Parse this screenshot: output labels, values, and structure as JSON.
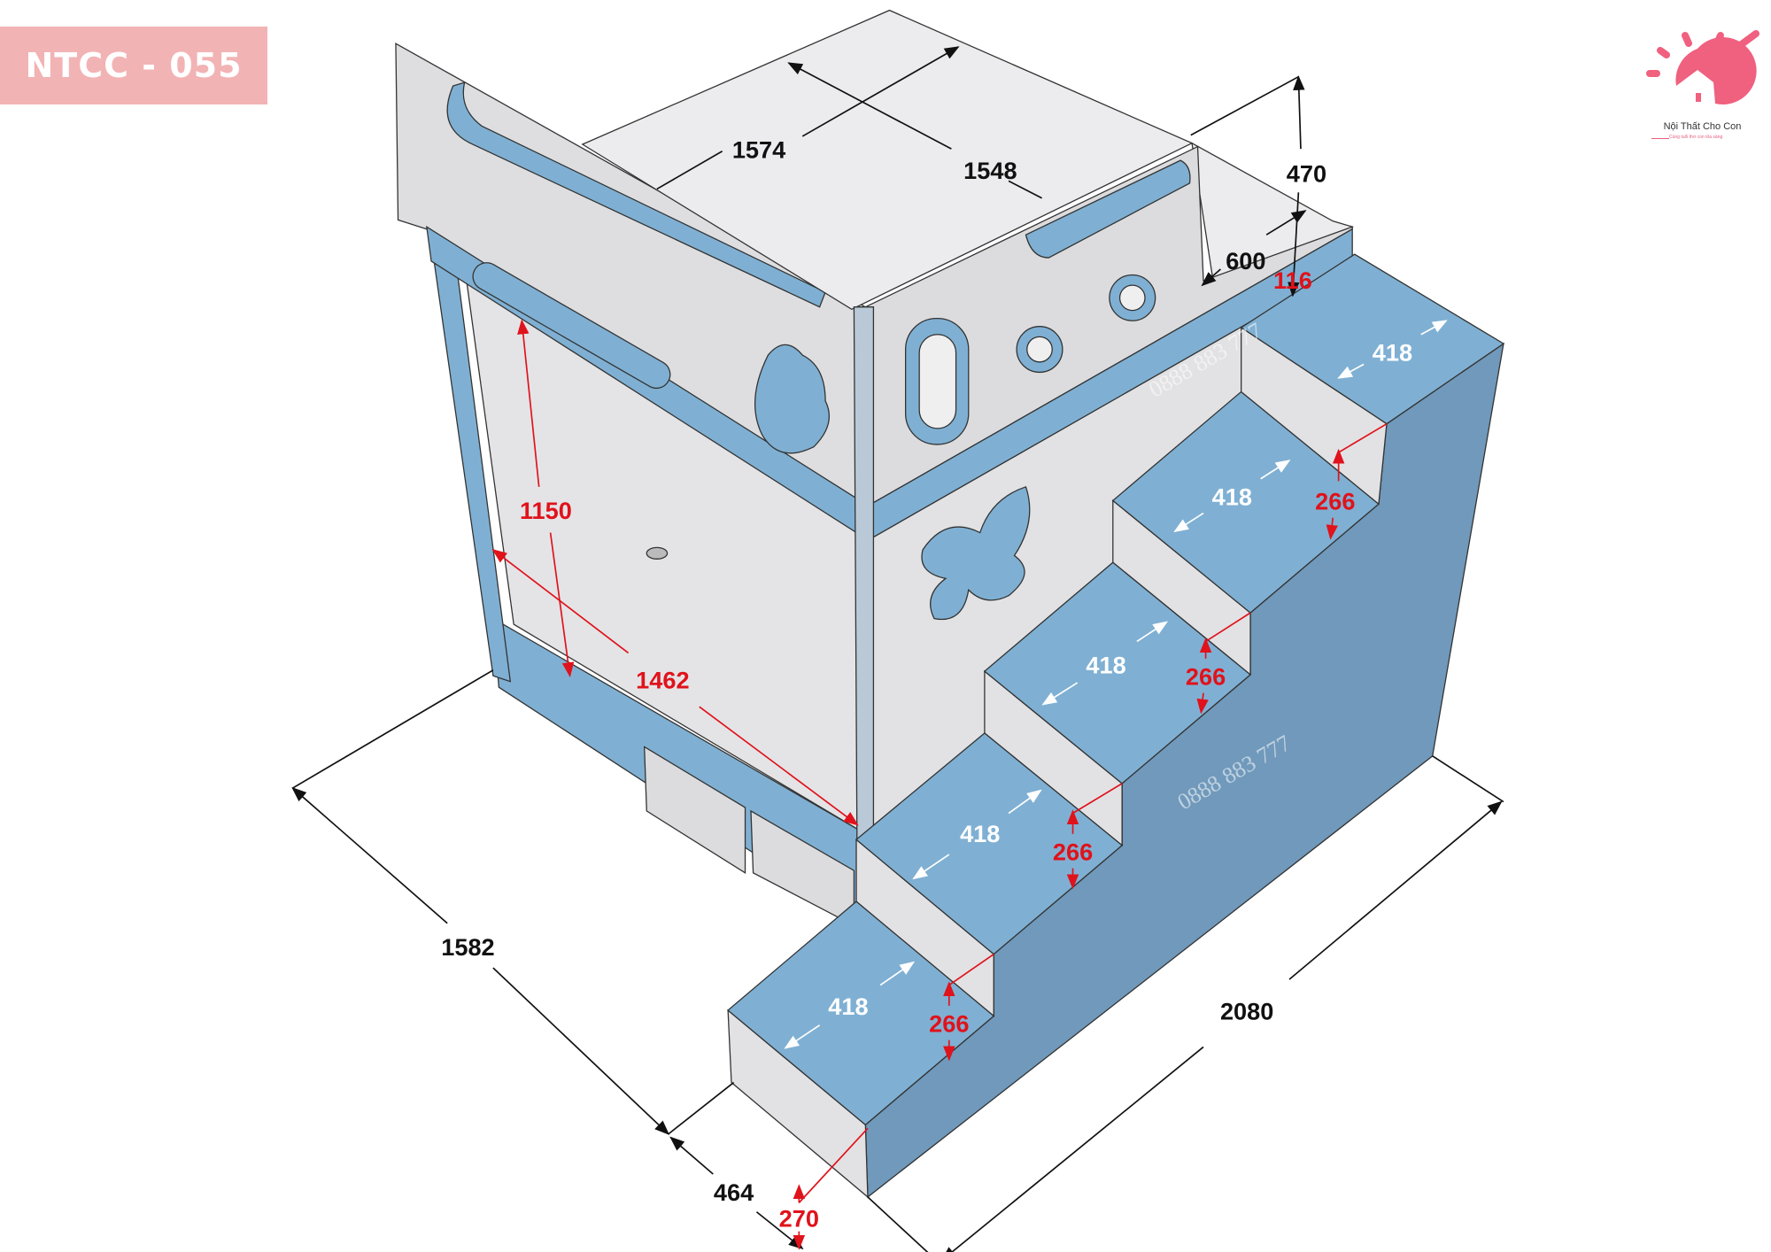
{
  "badge": {
    "code": "NTCC - 055"
  },
  "logo": {
    "name": "Nội Thất Cho Con",
    "tagline": "Cùng tuổi thơ con tỏa sáng",
    "color": "#f0607f"
  },
  "colors": {
    "panel": "#e2e2e4",
    "blue": "#7fb0d3",
    "blue_dark": "#6f9bbd",
    "dimension_red": "#e0121b",
    "badge_bg": "#f2b3b5"
  },
  "watermark": "0888 883 777",
  "dimensions": {
    "top_width": "1574",
    "top_length": "1548",
    "rail_height": "470",
    "platform_depth": "600",
    "platform_step": "116",
    "inner_height": "1150",
    "inner_diagonal": "1462",
    "overall_width": "1582",
    "step_depth": "464",
    "first_step_height": "270",
    "overall_length": "2080",
    "tread_widths": [
      "418",
      "418",
      "418",
      "418",
      "418"
    ],
    "riser_heights": [
      "266",
      "266",
      "266",
      "266"
    ]
  }
}
